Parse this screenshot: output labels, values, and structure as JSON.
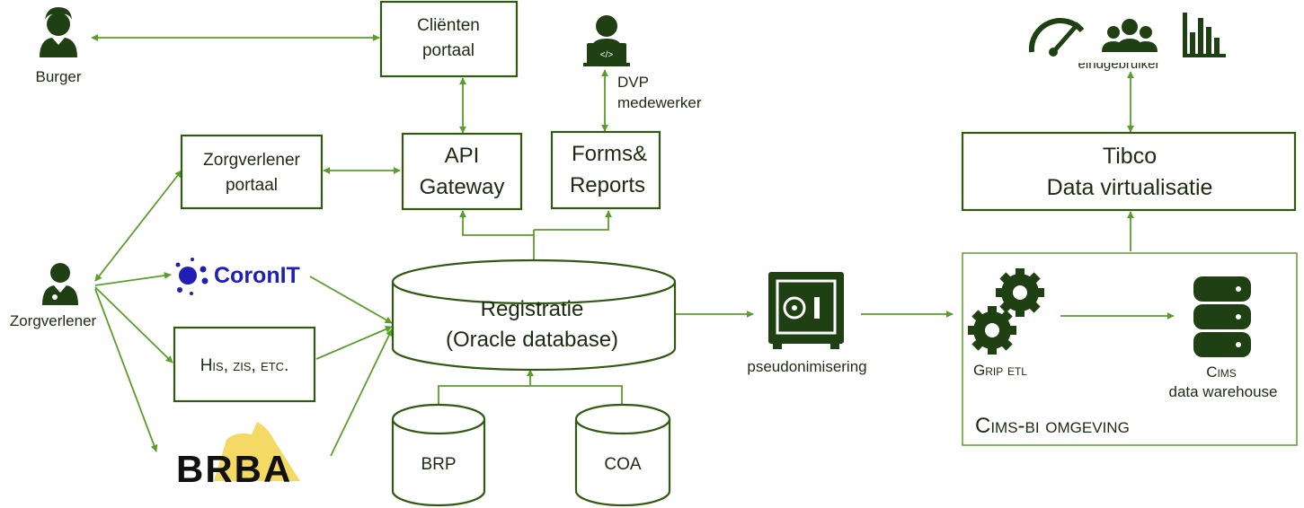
{
  "colors": {
    "accent": "#5a9e2a",
    "box_border": "#2f5a0f",
    "icon_dark": "#1f4012",
    "coronit_blue": "#1f1fb5",
    "brba_gold": "#f2d24a",
    "text": "#1d2b10"
  },
  "icons": [
    "person-female-icon",
    "developer-laptop-icon",
    "doctor-icon",
    "coronit-logo",
    "brba-logo",
    "speedometer-icon",
    "users-group-icon",
    "bar-chart-icon",
    "safe-icon",
    "gear-icon",
    "database-server-icon"
  ],
  "actors": {
    "burger": "Burger",
    "dvp_line1": "DVP",
    "dvp_line2": "medewerker",
    "zorgverlener": "Zorgverlener",
    "end_users_partial": "eindgebruiker"
  },
  "boxes": {
    "clienten_line1": "Cliënten",
    "clienten_line2": "portaal",
    "zorgverlener_portaal_line1": "Zorgverlener",
    "zorgverlener_portaal_line2": "portaal",
    "api_line1": "API",
    "api_line2": "Gateway",
    "forms_line1": "Forms&",
    "forms_line2": "Reports",
    "his": "His, zis, etc.",
    "tibco_line1": "Tibco",
    "tibco_line2": "Data virtualisatie"
  },
  "logos": {
    "coronit": "CoronIT",
    "brba": "BRBA"
  },
  "databases": {
    "registratie_line1": "Registratie",
    "registratie_line2": "(Oracle database)",
    "brp": "BRP",
    "coa": "COA"
  },
  "process": {
    "pseudonimisering": "pseudonimisering",
    "grip_etl": "Grip etl",
    "cims_line1": "Cims",
    "cims_line2": "data warehouse",
    "cims_bi": "Cims-bi omgeving"
  }
}
